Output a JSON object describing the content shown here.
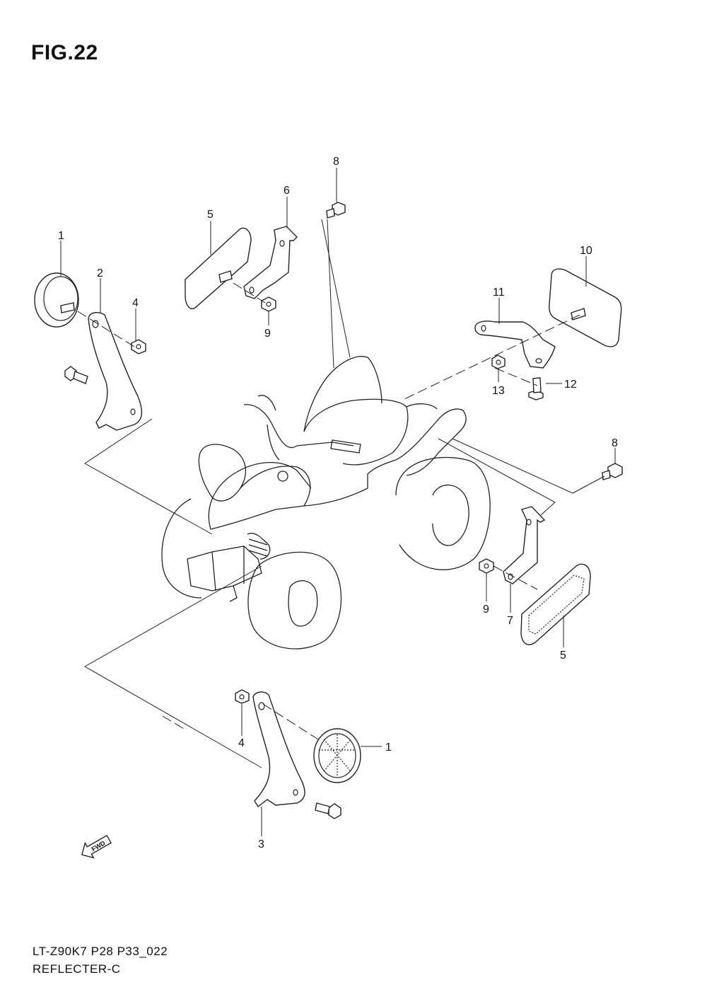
{
  "figure": {
    "title": "FIG.22"
  },
  "footer": {
    "model_code": "LT-Z90K7 P28 P33_022",
    "caption": "REFLECTER-C"
  },
  "callouts": [
    {
      "id": "c1a",
      "label": "1"
    },
    {
      "id": "c2",
      "label": "2"
    },
    {
      "id": "c4a",
      "label": "4"
    },
    {
      "id": "c5a",
      "label": "5"
    },
    {
      "id": "c6",
      "label": "6"
    },
    {
      "id": "c8a",
      "label": "8"
    },
    {
      "id": "c9a",
      "label": "9"
    },
    {
      "id": "c10",
      "label": "10"
    },
    {
      "id": "c11",
      "label": "11"
    },
    {
      "id": "c12",
      "label": "12"
    },
    {
      "id": "c13",
      "label": "13"
    },
    {
      "id": "c8b",
      "label": "8"
    },
    {
      "id": "c9b",
      "label": "9"
    },
    {
      "id": "c7",
      "label": "7"
    },
    {
      "id": "c5b",
      "label": "5"
    },
    {
      "id": "c4b",
      "label": "4"
    },
    {
      "id": "c1b",
      "label": "1"
    },
    {
      "id": "c3",
      "label": "3"
    }
  ],
  "fwd_marker": {
    "label": "FWD",
    "icon": "forward-arrow-icon"
  }
}
